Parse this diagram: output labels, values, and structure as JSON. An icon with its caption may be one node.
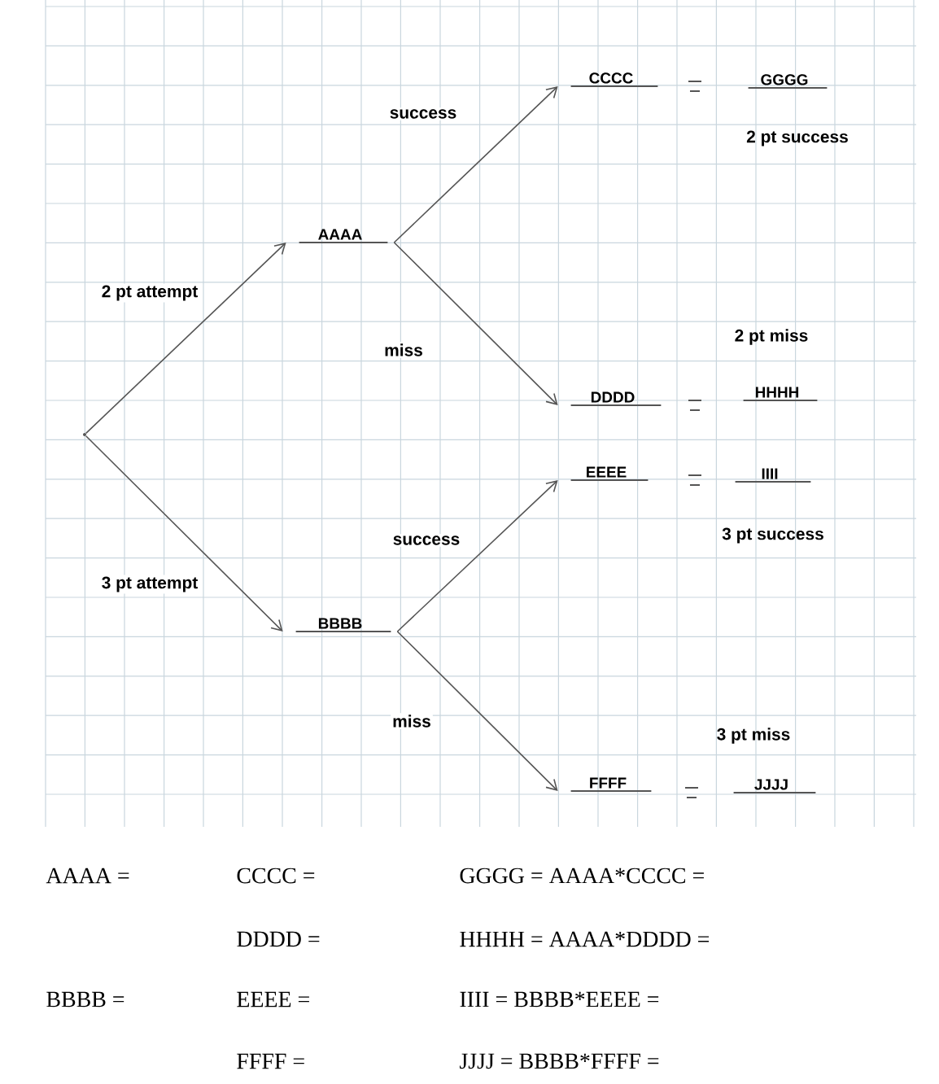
{
  "diagram": {
    "nodes": [
      {
        "text": [],
        "shape": "point"
      },
      {
        "text": [
          "AAAA"
        ]
      },
      {
        "text": [
          "BBBB"
        ]
      },
      {
        "text": [
          "CCCC"
        ]
      },
      {
        "text": [
          "DDDD"
        ]
      },
      {
        "text": [
          "EEEE"
        ]
      },
      {
        "text": [
          "FFFF"
        ]
      },
      {
        "text": [
          "GGGG"
        ],
        "beside": [
          "2 pt success"
        ]
      },
      {
        "text": [
          "HHHH"
        ],
        "beside": [
          "2 pt miss"
        ]
      },
      {
        "text": [
          "IIII"
        ],
        "beside": [
          "3 pt success"
        ]
      },
      {
        "text": [
          "JJJJ"
        ],
        "beside": [
          "3 pt miss"
        ]
      }
    ],
    "edges": [
      {
        "from": 0,
        "to": 1,
        "arrow": "to",
        "label": "2 pt attempt"
      },
      {
        "from": 0,
        "to": 2,
        "arrow": "to",
        "label": "3 pt attempt"
      },
      {
        "from": 1,
        "to": 3,
        "arrow": "to",
        "label": "success"
      },
      {
        "from": 1,
        "to": 4,
        "arrow": "to",
        "label": "miss"
      },
      {
        "from": 2,
        "to": 5,
        "arrow": "to",
        "label": "success"
      },
      {
        "from": 2,
        "to": 6,
        "arrow": "to",
        "label": "miss"
      }
    ],
    "labels": [
      "AAAA =",
      "CCCC =",
      "GGGG = AAAA*CCCC =",
      "DDDD =",
      "HHHH = AAAA*DDDD =",
      "BBBB =",
      "EEEE =",
      "IIII = BBBB*EEEE =",
      "FFFF =",
      "JJJJ = BBBB*FFFF ="
    ]
  }
}
